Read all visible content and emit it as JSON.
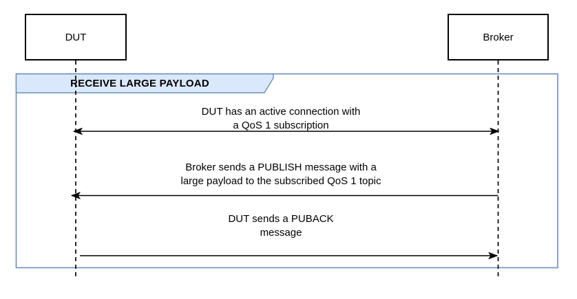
{
  "diagram": {
    "actors": [
      {
        "label": "DUT"
      },
      {
        "label": "Broker"
      }
    ],
    "frame": {
      "label": "RECEIVE LARGE PAYLOAD"
    },
    "messages": [
      {
        "line1": "DUT has an active connection with",
        "line2": "a QoS 1 subscription",
        "direction": "bidirectional",
        "from": "DUT",
        "to": "Broker"
      },
      {
        "line1": "Broker sends a PUBLISH message with a",
        "line2": "large payload to the subscribed QoS 1 topic",
        "direction": "right-to-left",
        "from": "Broker",
        "to": "DUT"
      },
      {
        "line1": "DUT sends a PUBACK",
        "line2": "message",
        "direction": "left-to-right",
        "from": "DUT",
        "to": "Broker"
      }
    ],
    "colors": {
      "frame_border": "#6c8ebf",
      "frame_tab_fill": "#dae8fc",
      "line": "#000000",
      "actor_border": "#000000",
      "background": "#ffffff"
    }
  }
}
